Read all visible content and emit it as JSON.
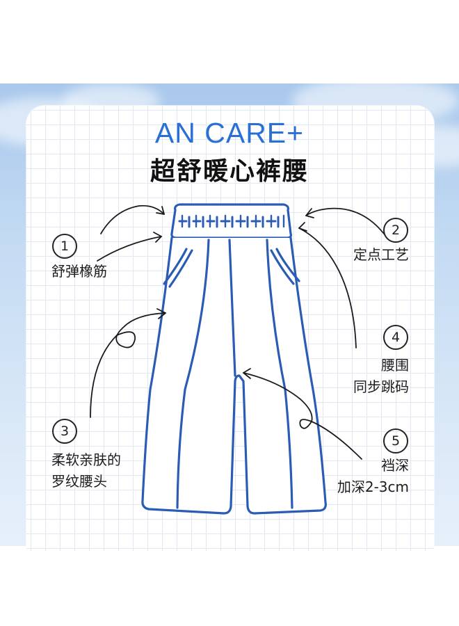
{
  "header": {
    "title_en": "AN CARE+",
    "title_cn": "超舒暖心裤腰"
  },
  "features": [
    {
      "number": "1",
      "lines": [
        "舒弹橡筋"
      ]
    },
    {
      "number": "2",
      "lines": [
        "定点工艺"
      ]
    },
    {
      "number": "3",
      "lines": [
        "柔软亲肤的",
        "罗纹腰头"
      ]
    },
    {
      "number": "4",
      "lines": [
        "腰围",
        "同步跳码"
      ]
    },
    {
      "number": "5",
      "lines": [
        "裆深",
        "加深2-3cm"
      ]
    }
  ],
  "colors": {
    "accent": "#2a6fd6",
    "outline": "#2a5bb5",
    "arrow": "#1a1a1a"
  },
  "illustration": "pants-icon"
}
